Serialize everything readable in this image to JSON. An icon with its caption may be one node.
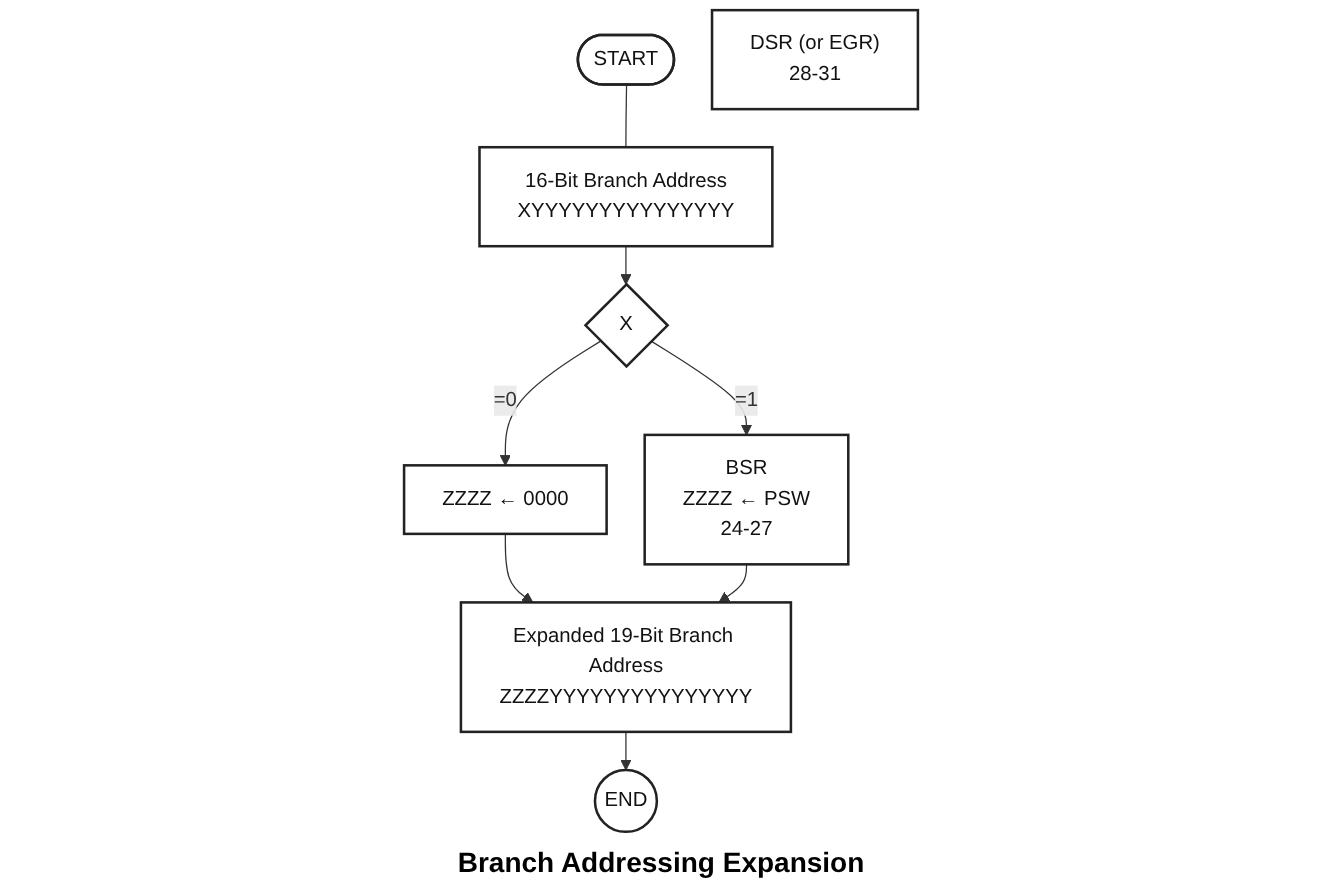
{
  "diagram": {
    "caption": "Branch Addressing Expansion",
    "nodes": [
      {
        "text": [
          "START"
        ]
      },
      {
        "text": [
          "16-Bit Branch Address",
          "XYYYYYYYYYYYYYYY"
        ]
      },
      {
        "text": [
          "DSR (or EGR)",
          "28-31"
        ]
      },
      {
        "text": [
          "X"
        ]
      },
      {
        "text": [
          "ZZZZ ← 0000"
        ]
      },
      {
        "text": [
          "BSR",
          "ZZZZ ← PSW",
          "24-27"
        ]
      },
      {
        "text": [
          "Expanded 19-Bit Branch Address",
          "ZZZZYYYYYYYYYYYYYYY"
        ]
      },
      {
        "text": [
          "END"
        ]
      }
    ],
    "edges": [
      {
        "from": 0,
        "to": 1,
        "arrow": "none"
      },
      {
        "from": 1,
        "to": 3,
        "arrow": "to"
      },
      {
        "from": 3,
        "to": 4,
        "arrow": "to",
        "label": "=0"
      },
      {
        "from": 3,
        "to": 5,
        "arrow": "to",
        "label": "=1"
      },
      {
        "from": 4,
        "to": 6,
        "arrow": "to"
      },
      {
        "from": 5,
        "to": 6,
        "arrow": "to"
      },
      {
        "from": 6,
        "to": 7,
        "arrow": "to"
      }
    ]
  }
}
